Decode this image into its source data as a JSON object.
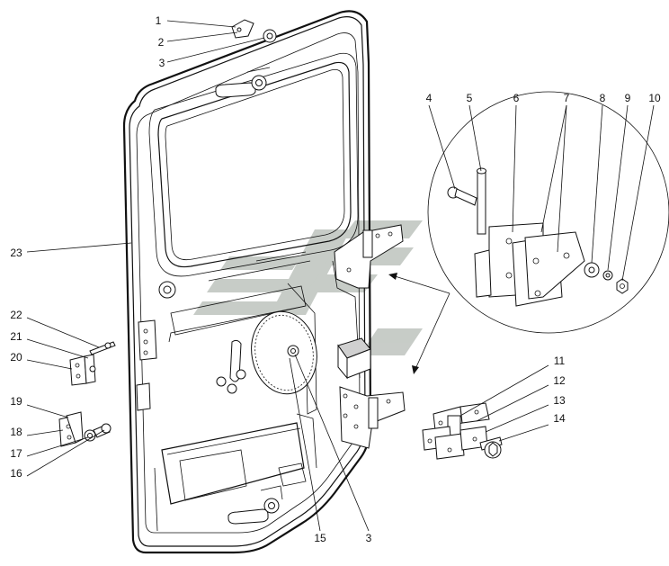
{
  "callouts": [
    {
      "id": "c1",
      "text": "1"
    },
    {
      "id": "c2",
      "text": "2"
    },
    {
      "id": "c3",
      "text": "3"
    },
    {
      "id": "c4",
      "text": "4"
    },
    {
      "id": "c5",
      "text": "5"
    },
    {
      "id": "c6",
      "text": "6"
    },
    {
      "id": "c7",
      "text": "7"
    },
    {
      "id": "c8",
      "text": "8"
    },
    {
      "id": "c9",
      "text": "9"
    },
    {
      "id": "c10",
      "text": "10"
    },
    {
      "id": "c11",
      "text": "11"
    },
    {
      "id": "c12",
      "text": "12"
    },
    {
      "id": "c13",
      "text": "13"
    },
    {
      "id": "c14",
      "text": "14"
    },
    {
      "id": "c15",
      "text": "15"
    },
    {
      "id": "c3b",
      "text": "3"
    },
    {
      "id": "c16",
      "text": "16"
    },
    {
      "id": "c17",
      "text": "17"
    },
    {
      "id": "c18",
      "text": "18"
    },
    {
      "id": "c19",
      "text": "19"
    },
    {
      "id": "c20",
      "text": "20"
    },
    {
      "id": "c21",
      "text": "21"
    },
    {
      "id": "c22",
      "text": "22"
    },
    {
      "id": "c23",
      "text": "23"
    }
  ],
  "colors": {
    "line": "#111111",
    "watermark": "#9aa39a",
    "background": "#ffffff"
  }
}
